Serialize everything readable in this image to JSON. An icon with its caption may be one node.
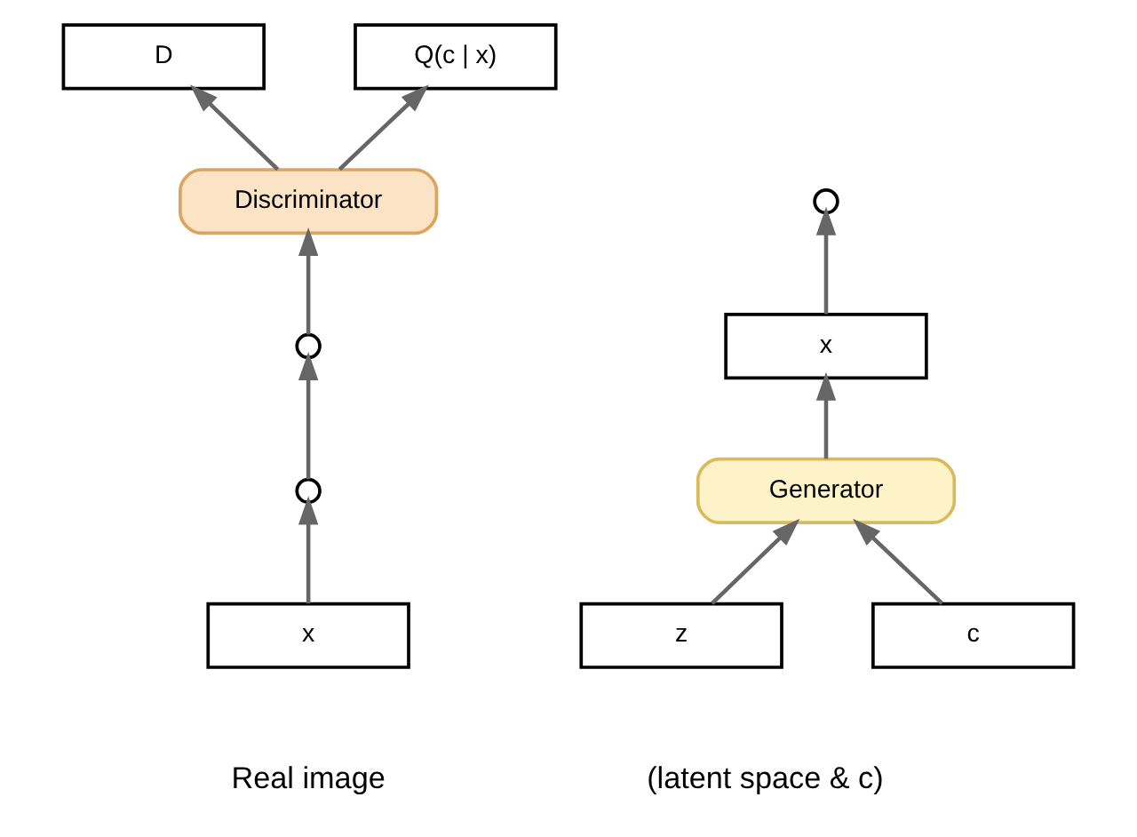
{
  "diagram": {
    "nodes": [
      {
        "text": [
          "D"
        ]
      },
      {
        "text": [
          "Q(c | x)"
        ]
      },
      {
        "text": [
          "Discriminator"
        ]
      },
      {
        "text": [],
        "shape": "circle"
      },
      {
        "text": [],
        "shape": "circle"
      },
      {
        "text": [],
        "shape": "circle"
      },
      {
        "text": [
          "x"
        ],
        "beside": [
          "Real image"
        ]
      },
      {
        "text": [
          "x"
        ]
      },
      {
        "text": [
          "Generator"
        ]
      },
      {
        "text": [
          "z"
        ]
      },
      {
        "text": [
          "c"
        ]
      }
    ],
    "edges": [
      {
        "from": 2,
        "to": 0,
        "arrow": "to"
      },
      {
        "from": 2,
        "to": 1,
        "arrow": "to"
      },
      {
        "from": 3,
        "to": 2,
        "arrow": "to"
      },
      {
        "from": 4,
        "to": 3,
        "arrow": "to"
      },
      {
        "from": 6,
        "to": 4,
        "arrow": "to"
      },
      {
        "from": 7,
        "to": 5,
        "arrow": "to"
      },
      {
        "from": 8,
        "to": 7,
        "arrow": "to"
      },
      {
        "from": 9,
        "to": 8,
        "arrow": "to"
      },
      {
        "from": 10,
        "to": 8,
        "arrow": "to"
      }
    ],
    "labels": [
      "(latent space & c)"
    ]
  }
}
